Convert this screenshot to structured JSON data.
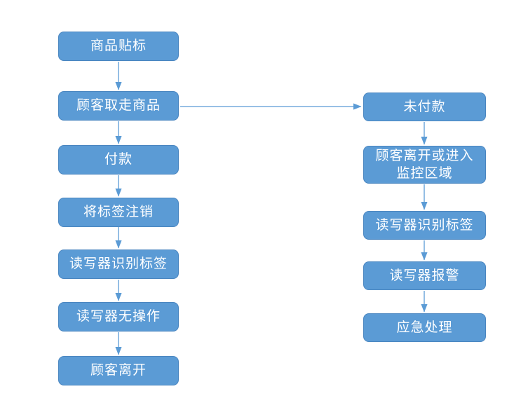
{
  "diagram": {
    "type": "flowchart",
    "colors": {
      "node_fill": "#5b9bd5",
      "node_border": "#4a86c0",
      "node_text": "#ffffff",
      "arrow": "#5b9bd5",
      "background": "#ffffff"
    },
    "left_column": [
      {
        "label": "商品贴标"
      },
      {
        "label": "顾客取走商品"
      },
      {
        "label": "付款"
      },
      {
        "label": "将标签注销"
      },
      {
        "label": "读写器识别标签"
      },
      {
        "label": "读写器无操作"
      },
      {
        "label": "顾客离开"
      }
    ],
    "right_column": [
      {
        "label": "未付款"
      },
      {
        "label": "顾客离开或进入\n监控区域"
      },
      {
        "label": "读写器识别标签"
      },
      {
        "label": "读写器报警"
      },
      {
        "label": "应急处理"
      }
    ],
    "edges": [
      "商品贴标→顾客取走商品",
      "顾客取走商品→付款",
      "付款→将标签注销",
      "将标签注销→读写器识别标签",
      "读写器识别标签→读写器无操作",
      "读写器无操作→顾客离开",
      "顾客取走商品→未付款",
      "未付款→顾客离开或进入监控区域",
      "顾客离开或进入监控区域→读写器识别标签",
      "读写器识别标签→读写器报警",
      "读写器报警→应急处理"
    ]
  }
}
